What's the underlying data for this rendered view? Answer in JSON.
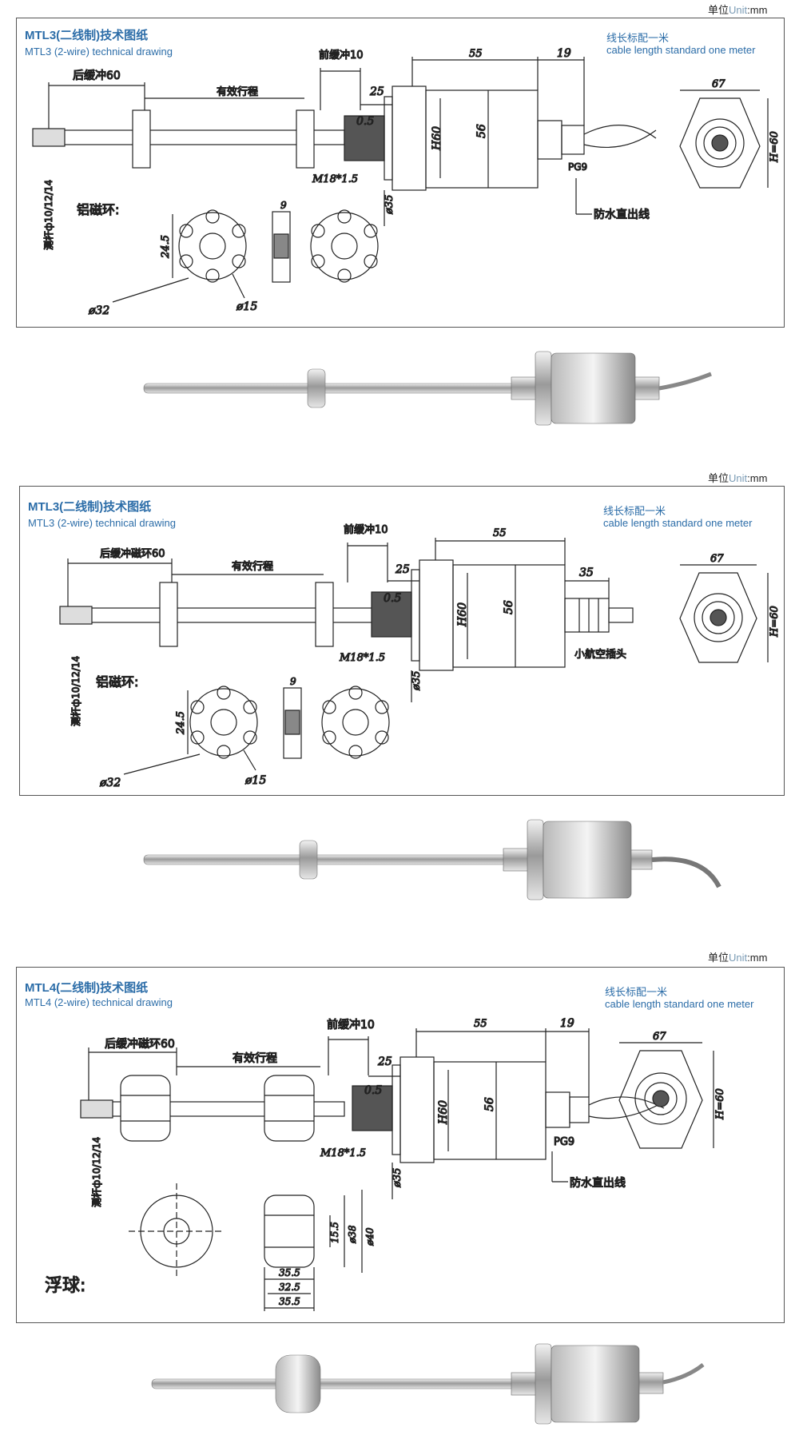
{
  "unit_label": {
    "prefix": "单位",
    "unit": "Unit",
    "suffix": ":mm"
  },
  "panels": [
    {
      "title_cn": "MTL3(二线制)技术图纸",
      "title_en": "MTL3 (2-wire) technical drawing",
      "cable_note_cn": "线长标配一米",
      "cable_note_en": "cable length standard one meter",
      "labels": {
        "rear_buffer": "后缓冲60",
        "front_buffer": "前缓冲10",
        "stroke": "有效行程",
        "d55": "55",
        "d19": "19",
        "d25": "25",
        "d05": "0.5",
        "h60": "H60",
        "d56": "56",
        "thread": "M18*1.5",
        "d35": "ø35",
        "pg9": "PG9",
        "cable_type": "防水直出线",
        "rod": "测杆ф10/12/14",
        "magnet": "铝磁环:",
        "d245": "24.5",
        "d32": "ø32",
        "d15": "ø15",
        "d9": "9",
        "d67": "67",
        "hex": "H=60"
      }
    },
    {
      "title_cn": "MTL3(二线制)技术图纸",
      "title_en": "MTL3 (2-wire) technical drawing",
      "cable_note_cn": "线长标配一米",
      "cable_note_en": "cable length standard one meter",
      "labels": {
        "rear_buffer": "后缓冲磁环60",
        "front_buffer": "前缓冲10",
        "stroke": "有效行程",
        "d55": "55",
        "d35b": "35",
        "d25": "25",
        "d05": "0.5",
        "h60": "H60",
        "d56": "56",
        "thread": "M18*1.5",
        "d35": "ø35",
        "connector": "小航空插头",
        "rod": "测杆ф10/12/14",
        "magnet": "铝磁环:",
        "d245": "24.5",
        "d32": "ø32",
        "d15": "ø15",
        "d9": "9",
        "d67": "67",
        "hex": "H=60"
      }
    },
    {
      "title_cn": "MTL4(二线制)技术图纸",
      "title_en": "MTL4 (2-wire) technical drawing",
      "cable_note_cn": "线长标配一米",
      "cable_note_en": "cable length standard one meter",
      "labels": {
        "rear_buffer": "后缓冲磁环60",
        "front_buffer": "前缓冲10",
        "stroke": "有效行程",
        "d55": "55",
        "d19": "19",
        "d25": "25",
        "d05": "0.5",
        "h60": "H60",
        "d56": "56",
        "thread": "M18*1.5",
        "d35": "ø35",
        "pg9": "PG9",
        "cable_type": "防水直出线",
        "rod": "测杆ф10/12/14",
        "float": "浮球:",
        "d155": "15.5",
        "d38": "ø38",
        "d40": "ø40",
        "d355a": "35.5",
        "d325": "32.5",
        "d355b": "35.5",
        "d67": "67",
        "hex": "H=60"
      }
    }
  ]
}
